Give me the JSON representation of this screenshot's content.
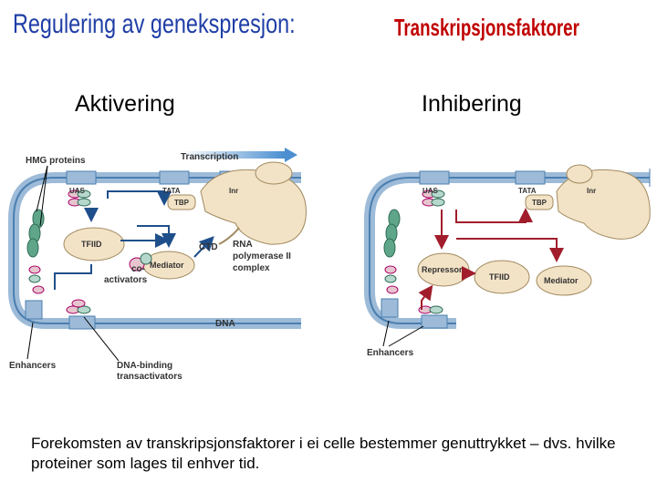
{
  "title": {
    "main": "Regulering av genekspresjon:",
    "sub": "Transkripsjonsfaktorer"
  },
  "columns": {
    "left_heading": "Aktivering",
    "right_heading": "Inhibering"
  },
  "left_diagram": {
    "labels": {
      "hmg": "HMG proteins",
      "transcription": "Transcription",
      "uas": "UAS",
      "tata": "TATA",
      "inr": "Inr",
      "tbp": "TBP",
      "tfiid": "TFIID",
      "ctd": "CTD",
      "rna1": "RNA",
      "rna2": "polymerase II",
      "rna3": "complex",
      "mediator": "Mediator",
      "coact1": "co-",
      "coact2": "activators",
      "dna": "DNA",
      "enhancers": "Enhancers",
      "binding1": "DNA-binding",
      "binding2": "transactivators"
    }
  },
  "right_diagram": {
    "labels": {
      "uas": "UAS",
      "tata": "TATA",
      "inr": "Inr",
      "tbp": "TBP",
      "repressor": "Repressor",
      "tfiid": "TFIID",
      "mediator": "Mediator",
      "enhancers": "Enhancers"
    }
  },
  "caption": "Forekomsten av transkripsjonsfaktorer i ei celle bestemmer genuttrykket – dvs. hvilke proteiner som lages til enhver tid.",
  "colors": {
    "title_blue": "#1f3ea6",
    "title_red": "#c00000",
    "dna_blue": "#9dbbd8",
    "dna_dark": "#4b7fb0",
    "protein_tan": "#f3e3c6",
    "activation_arrow": "#1f4f8a",
    "inhibition_arrow": "#a11d2c",
    "hmg_green": "#5fa58a"
  }
}
